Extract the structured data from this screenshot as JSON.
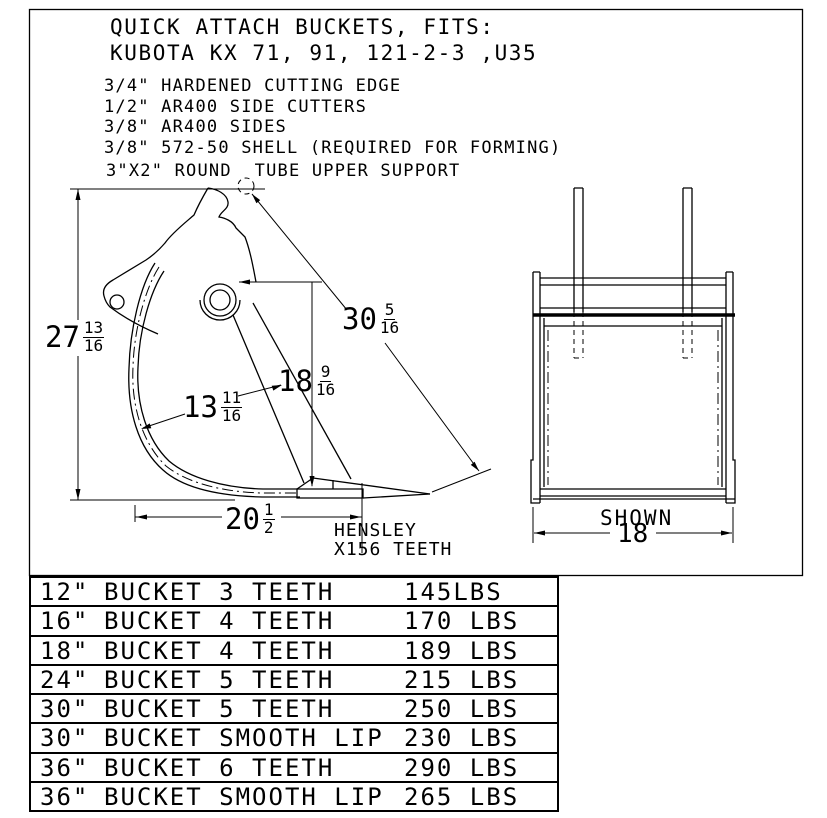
{
  "title": {
    "line1": "QUICK ATTACH BUCKETS, FITS:",
    "line2": "KUBOTA KX 71, 91, 121-2-3 ,U35"
  },
  "specs": [
    "3/4\" HARDENED CUTTING EDGE",
    "1/2\" AR400 SIDE CUTTERS",
    "3/8\" AR400 SIDES",
    "3/8\" 572-50 SHELL (REQUIRED FOR FORMING)",
    "3\"X2\" ROUND  TUBE UPPER SUPPORT"
  ],
  "dims": {
    "overall_height": {
      "whole": "27",
      "num": "13",
      "den": "16"
    },
    "diagonal_reach": {
      "whole": "30",
      "num": "5",
      "den": "16"
    },
    "pivot_to_edge": {
      "whole": "18",
      "num": "9",
      "den": "16"
    },
    "shell_depth": {
      "whole": "13",
      "num": "11",
      "den": "16"
    },
    "bottom_width": {
      "whole": "20",
      "num": "1",
      "den": "2"
    },
    "teeth_label_line1": "HENSLEY",
    "teeth_label_line2": "X156 TEETH",
    "front_label": "SHOWN",
    "front_width": "18"
  },
  "table": {
    "rows": [
      {
        "size": "12\"",
        "desc": "BUCKET 3 TEETH",
        "weight": "145LBS"
      },
      {
        "size": "16\"",
        "desc": "BUCKET 4 TEETH",
        "weight": "170 LBS"
      },
      {
        "size": "18\"",
        "desc": "BUCKET 4 TEETH",
        "weight": "189 LBS"
      },
      {
        "size": "24\"",
        "desc": "BUCKET 5 TEETH",
        "weight": "215 LBS"
      },
      {
        "size": "30\"",
        "desc": "BUCKET 5 TEETH",
        "weight": "250 LBS"
      },
      {
        "size": "30\"",
        "desc": "BUCKET SMOOTH LIP",
        "weight": "230 LBS"
      },
      {
        "size": "36\"",
        "desc": "BUCKET 6 TEETH",
        "weight": "290 LBS"
      },
      {
        "size": "36\"",
        "desc": "BUCKET SMOOTH LIP",
        "weight": "265 LBS"
      }
    ]
  },
  "colors": {
    "line": "#000000",
    "background": "#ffffff"
  }
}
